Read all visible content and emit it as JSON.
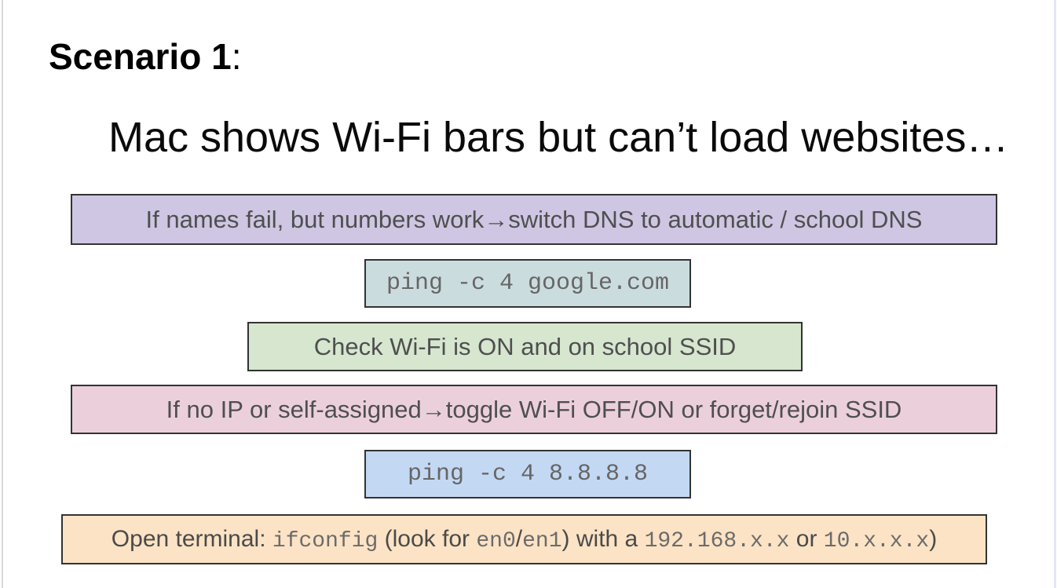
{
  "canvas": {
    "background": "#ffffff",
    "left_edge_color": "#d8d8d8",
    "right_edge_color": "#e4e6f0"
  },
  "header": {
    "title": "Scenario 1",
    "title_colon": ":",
    "subtitle": "Mac shows Wi-Fi bars but can’t load websites…"
  },
  "boxes": [
    {
      "name": "dns-switch",
      "text": "If names fail, but numbers work→switch DNS to automatic / school DNS",
      "bg": "#cec6e2",
      "border": "#333333"
    },
    {
      "name": "ping-google",
      "text": "ping -c 4 google.com",
      "bg": "#cbdcdf",
      "border": "#333333"
    },
    {
      "name": "check-wifi",
      "text": "Check Wi-Fi is ON and on school SSID",
      "bg": "#d6e6cf",
      "border": "#333333"
    },
    {
      "name": "toggle-wifi",
      "text": "If no IP or self-assigned→toggle Wi-Fi OFF/ON or forget/rejoin SSID",
      "bg": "#ebd0dc",
      "border": "#333333"
    },
    {
      "name": "ping-8888",
      "text": "ping -c 4 8.8.8.8",
      "bg": "#c3d8f3",
      "border": "#333333"
    },
    {
      "name": "open-terminal",
      "bg": "#fce3c5",
      "border": "#333333",
      "segments": [
        {
          "t": "Open terminal: ",
          "f": "sans"
        },
        {
          "t": "ifconfig",
          "f": "mono"
        },
        {
          "t": " (look for ",
          "f": "sans"
        },
        {
          "t": "en0",
          "f": "mono"
        },
        {
          "t": "/",
          "f": "sans"
        },
        {
          "t": "en1",
          "f": "mono"
        },
        {
          "t": ") with a ",
          "f": "sans"
        },
        {
          "t": "192.168.x.x",
          "f": "mono"
        },
        {
          "t": " or ",
          "f": "sans"
        },
        {
          "t": "10.x.x.x",
          "f": "mono"
        },
        {
          "t": ")",
          "f": "sans"
        }
      ]
    }
  ]
}
